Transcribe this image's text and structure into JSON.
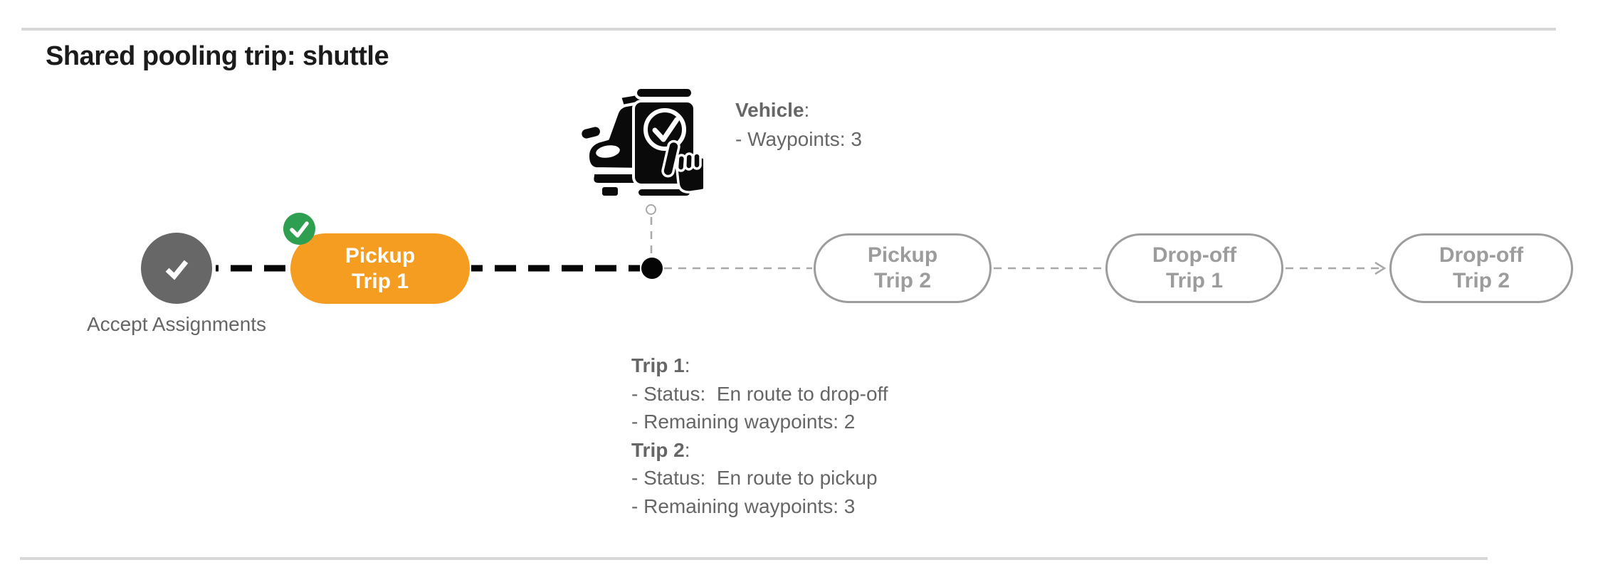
{
  "page": {
    "title": "Shared pooling trip: shuttle"
  },
  "vehicle_info": {
    "heading": "Vehicle",
    "colon": ":",
    "waypoints_line": "- Waypoints: 3"
  },
  "trips_info": {
    "trip1": {
      "heading": "Trip 1",
      "colon": ":",
      "status_line": "- Status:  En route to drop-off",
      "waypoints_line": "- Remaining waypoints: 2"
    },
    "trip2": {
      "heading": "Trip 2",
      "colon": ":",
      "status_line": "- Status:  En route to pickup",
      "waypoints_line": "- Remaining waypoints: 3"
    }
  },
  "timeline": {
    "start_node": {
      "label": "Accept Assignments",
      "state": "completed",
      "icon": "check-icon"
    },
    "completed_badge_icon": "check-icon",
    "vehicle_marker_icon": "car-with-phone-check-icon",
    "nodes": [
      {
        "line1": "Pickup",
        "line2": "Trip 1",
        "state": "completed-active"
      },
      {
        "line1": "Pickup",
        "line2": "Trip 2",
        "state": "upcoming"
      },
      {
        "line1": "Drop-off",
        "line2": "Trip 1",
        "state": "upcoming"
      },
      {
        "line1": "Drop-off",
        "line2": "Trip 2",
        "state": "upcoming"
      }
    ]
  },
  "colors": {
    "active_pill_orange": "#F49D20",
    "completed_green": "#2E9E50",
    "start_node_gray": "#676767",
    "upcoming_gray": "#9C9C9C",
    "info_text_gray": "#666666",
    "connector_black": "#050505",
    "connector_light_gray": "#A8A8A8",
    "divider_gray": "#D8D8D8"
  }
}
